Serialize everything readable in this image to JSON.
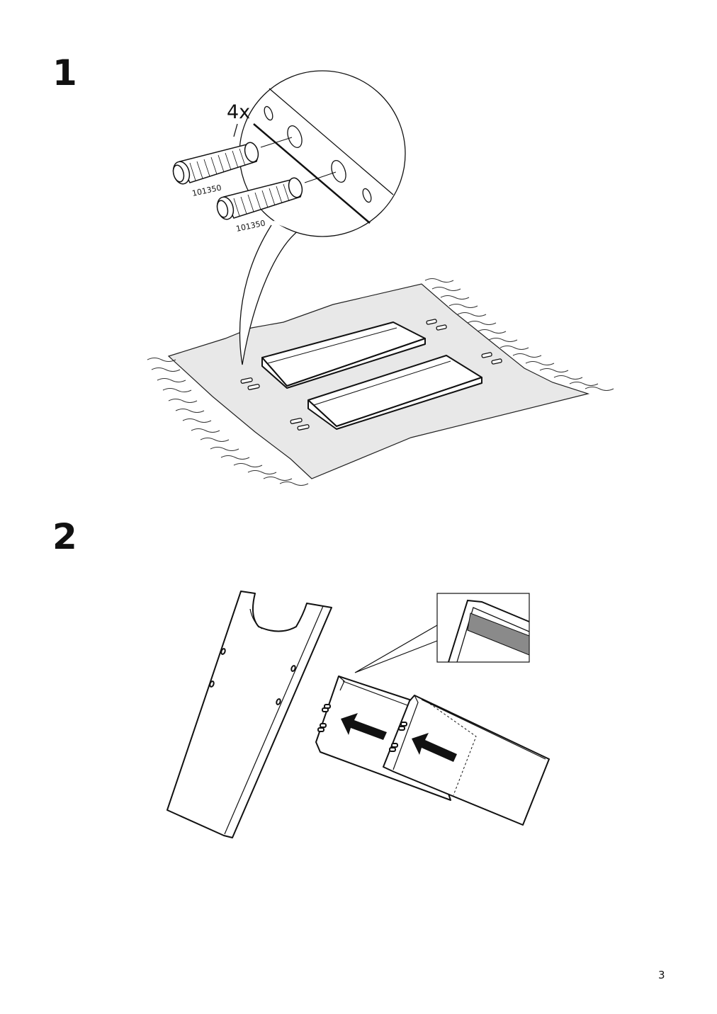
{
  "steps": [
    {
      "number": "1",
      "quantity_label": "4x",
      "part_number": "101350"
    },
    {
      "number": "2"
    }
  ],
  "page_number": "3"
}
